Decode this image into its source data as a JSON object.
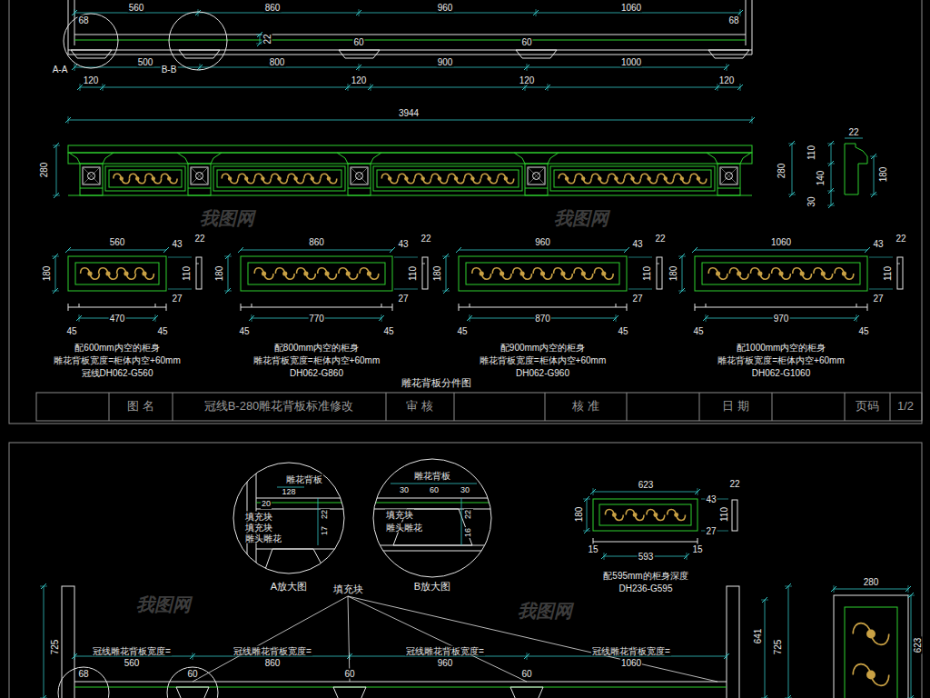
{
  "diagram": {
    "nodes": [
      {
        "text": [
          "雕花背板",
          "填充块",
          "填充块",
          "雕头雕花",
          "A放大图"
        ]
      },
      {
        "text": [
          "雕花背板",
          "填充块",
          "雕头雕花",
          "B放大图"
        ]
      }
    ],
    "labels": [
      "560",
      "860",
      "960",
      "1060",
      "68",
      "60",
      "60",
      "68",
      "22",
      "A-A",
      "B-B",
      "500",
      "800",
      "900",
      "1000",
      "120",
      "120",
      "120",
      "120",
      "3944",
      "280",
      "22",
      "110",
      "140",
      "30",
      "280",
      "180",
      "560",
      "43",
      "22",
      "180",
      "110",
      "27",
      "470",
      "45",
      "45",
      "860",
      "43",
      "22",
      "180",
      "110",
      "27",
      "770",
      "45",
      "45",
      "960",
      "43",
      "22",
      "180",
      "110",
      "27",
      "870",
      "45",
      "45",
      "1060",
      "43",
      "22",
      "180",
      "110",
      "27",
      "970",
      "45",
      "45",
      "配600mm内空的柜身",
      "雕花背板宽度=柜体内空+60mm",
      "冠线DH062-G560",
      "配800mm内空的柜身",
      "雕花背板宽度=柜体内空+60mm",
      "DH062-G860",
      "配900mm内空的柜身",
      "雕花背板宽度=柜体内空+60mm",
      "DH062-G960",
      "配1000mm内空的柜身",
      "雕花背板宽度=柜体内空+60mm",
      "DH062-G1060",
      "雕花背板分件图",
      "图 名",
      "冠线B-280雕花背板标准修改",
      "审 核",
      "核 准",
      "日 期",
      "页码",
      "1/2",
      "128",
      "20",
      "22",
      "17",
      "30",
      "60",
      "30",
      "22",
      "16",
      "623",
      "22",
      "180",
      "43",
      "110",
      "27",
      "593",
      "15",
      "15",
      "配595mm的柜身深度",
      "DH236-G595",
      "280",
      "623",
      "725",
      "725",
      "641",
      "填充块",
      "冠线雕花背板宽度=",
      "冠线雕花背板宽度=",
      "冠线雕花背板宽度=",
      "冠线雕花背板宽度=",
      "560",
      "860",
      "960",
      "1060",
      "68",
      "60",
      "60",
      "60",
      "我图网",
      "我图网",
      "我图网",
      "我图网"
    ]
  }
}
